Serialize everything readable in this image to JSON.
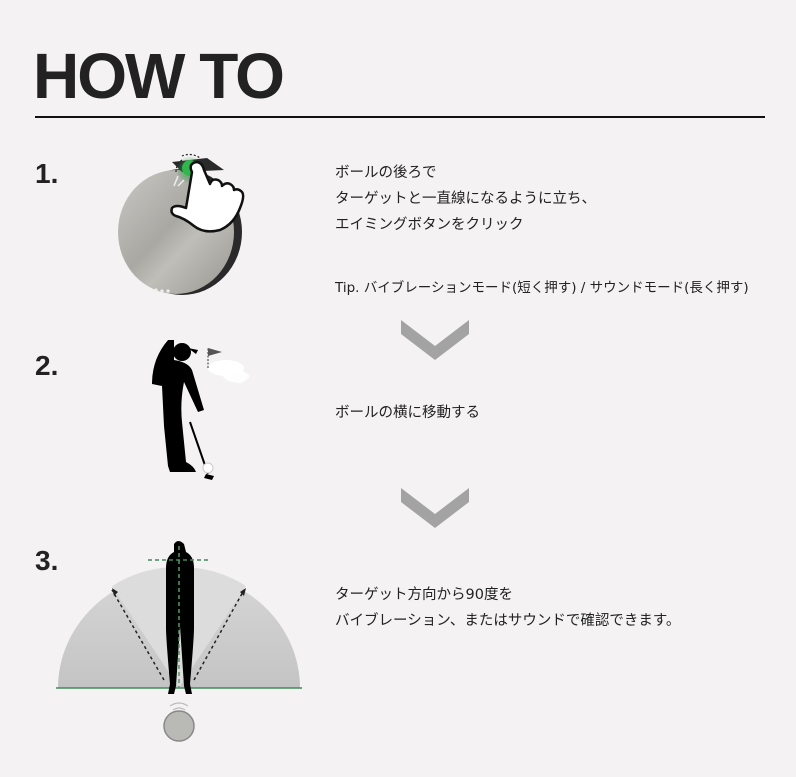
{
  "header": {
    "title": "HOW TO"
  },
  "steps": [
    {
      "number": "1.",
      "lines": [
        "ボールの後ろで",
        "ターゲットと一直線になるように立ち、",
        "エイミングボタンをクリック"
      ],
      "tip": "Tip. バイブレーションモード(短く押す) / サウンドモード(長く押す)",
      "illustration": "device-press-button-icon"
    },
    {
      "number": "2.",
      "lines": [
        "ボールの横に移動する"
      ],
      "illustration": "golfer-address-icon"
    },
    {
      "number": "3.",
      "lines": [
        "ターゲット方向から90度を",
        "バイブレーション、またはサウンドで確認できます。"
      ],
      "illustration": "alignment-90-degree-diagram"
    }
  ],
  "colors": {
    "background": "#f4f2f3",
    "text": "#222222",
    "chevron": "#a3a3a3",
    "accent_green": "#2e9e4a",
    "guide_green": "#3f8a5a"
  }
}
